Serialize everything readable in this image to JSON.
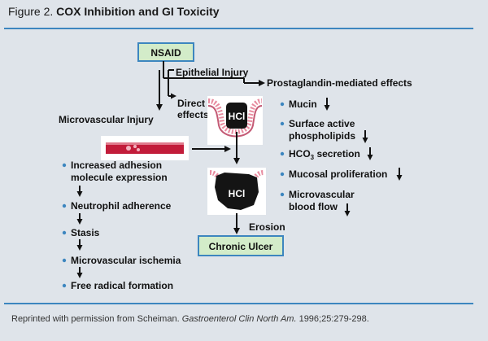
{
  "figure": {
    "label": "Figure 2.",
    "title": "COX Inhibition and GI Toxicity"
  },
  "diagram": {
    "nsaid": "NSAID",
    "epithelial_injury": "Epithelial Injury",
    "prostaglandin_effects": "Prostaglandin-mediated effects",
    "direct_effects_line1": "Direct",
    "direct_effects_line2": "effects",
    "microvascular_injury": "Microvascular Injury",
    "hcl_top": "HCl",
    "hcl_bottom": "HCl",
    "erosion": "Erosion",
    "chronic_ulcer": "Chronic Ulcer",
    "left_cascade": [
      [
        "Increased adhesion",
        "molecule expression"
      ],
      [
        "Neutrophil adherence"
      ],
      [
        "Stasis"
      ],
      [
        "Microvascular ischemia"
      ],
      [
        "Free radical formation"
      ]
    ],
    "right_effects": {
      "mucin": "Mucin",
      "surfactant_1": "Surface active",
      "surfactant_2": "phospholipids",
      "hco3_prefix": "HCO",
      "hco3_sub": "3",
      "hco3_suffix": " secretion",
      "proliferation": "Mucosal proliferation",
      "blood_flow_1": "Microvascular",
      "blood_flow_2": "blood flow"
    }
  },
  "footnote": {
    "prefix": "Reprinted with permission from Scheiman. ",
    "journal": "Gastroenterol Clin North Am.",
    "citation": " 1996;25:279-298."
  },
  "colors": {
    "rule": "#3d86bf",
    "box_fill": "#d3ecc9",
    "box_border": "#3d86bf",
    "bullet": "#3d86bf",
    "vessel": "#c21c3a",
    "tissue": "#e88ca0"
  }
}
